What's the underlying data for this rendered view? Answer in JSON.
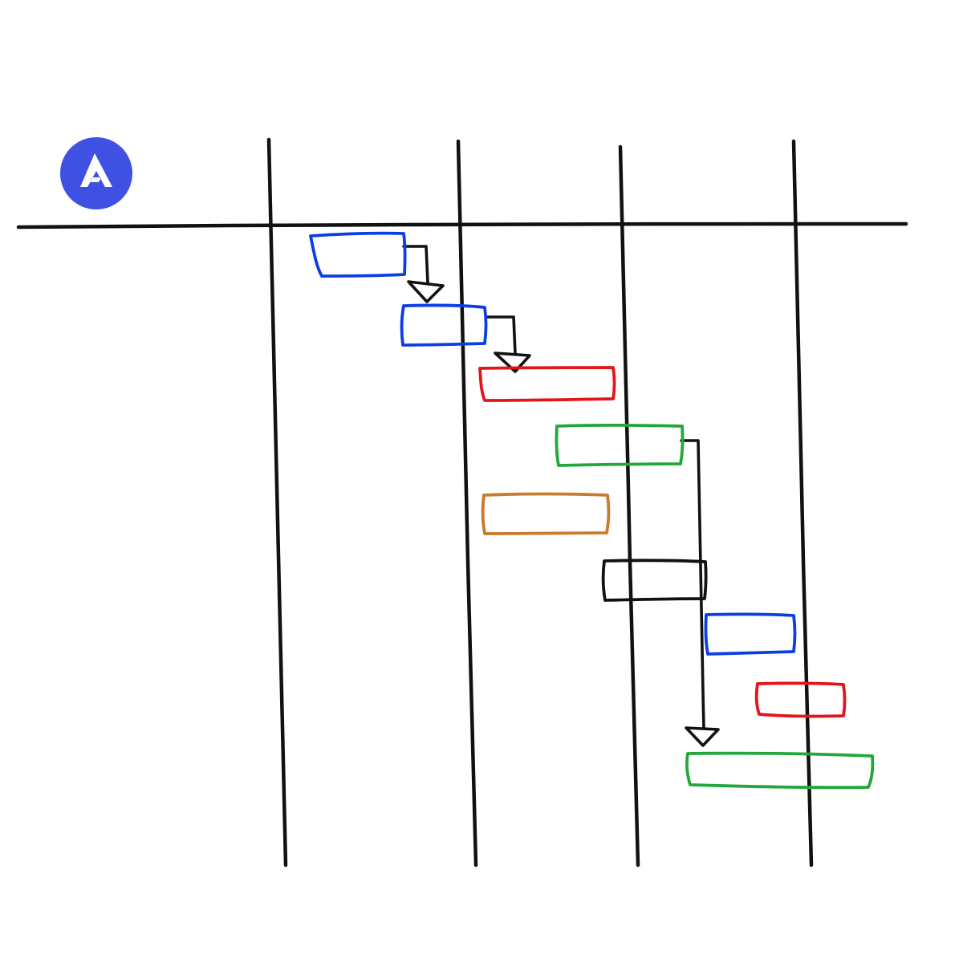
{
  "diagram": {
    "kind": "hand-drawn gantt chart sketch",
    "logo": {
      "icon": "letter-a-logo-icon",
      "background_color": "#3F51E3",
      "foreground_color": "#ffffff"
    },
    "timeline_columns": 4,
    "colors": {
      "ink": "#111111",
      "blue": "#0B3FE6",
      "red": "#E3141B",
      "green": "#22A83A",
      "orange": "#C97A2B",
      "black": "#111111"
    },
    "tasks": [
      {
        "id": "task-1",
        "color": "blue"
      },
      {
        "id": "task-2",
        "color": "blue"
      },
      {
        "id": "task-3",
        "color": "red"
      },
      {
        "id": "task-4",
        "color": "green"
      },
      {
        "id": "task-5",
        "color": "orange"
      },
      {
        "id": "task-6",
        "color": "black"
      },
      {
        "id": "task-7",
        "color": "blue"
      },
      {
        "id": "task-8",
        "color": "red"
      },
      {
        "id": "task-9",
        "color": "green"
      }
    ],
    "dependencies": [
      {
        "from": "task-1",
        "to": "task-2"
      },
      {
        "from": "task-2",
        "to": "task-3"
      },
      {
        "from": "task-4",
        "to": "task-9"
      }
    ]
  }
}
